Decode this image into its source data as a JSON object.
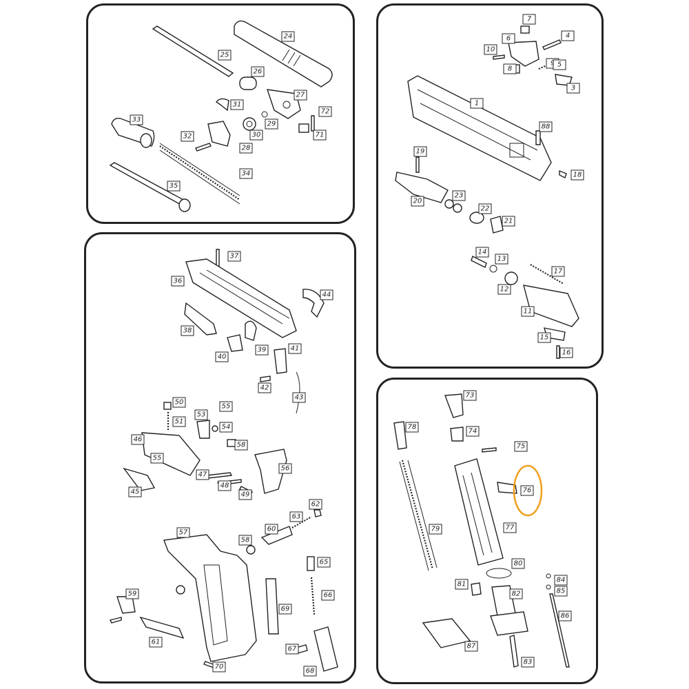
{
  "highlight_color": "#f0a020",
  "highlighted_part": "76",
  "panels": {
    "barrel": {
      "labels": [
        "24",
        "25",
        "26",
        "27",
        "31",
        "72",
        "30",
        "29",
        "71",
        "33",
        "32",
        "28",
        "34",
        "35"
      ]
    },
    "frame": {
      "labels": [
        "37",
        "36",
        "44",
        "38",
        "39",
        "41",
        "40",
        "42",
        "43",
        "50",
        "51",
        "53",
        "55",
        "54",
        "58",
        "46",
        "56",
        "55",
        "47",
        "48",
        "49",
        "45",
        "62",
        "63",
        "60",
        "57",
        "58",
        "65",
        "66",
        "59",
        "69",
        "61",
        "67",
        "68",
        "70"
      ]
    },
    "slide": {
      "labels": [
        "7",
        "6",
        "4",
        "10",
        "9",
        "5",
        "8",
        "3",
        "1",
        "88",
        "18",
        "19",
        "20",
        "23",
        "22",
        "21",
        "14",
        "13",
        "17",
        "12",
        "11",
        "15",
        "16"
      ]
    },
    "magazine": {
      "labels": [
        "73",
        "78",
        "74",
        "75",
        "76",
        "79",
        "77",
        "80",
        "81",
        "84",
        "85",
        "82",
        "86",
        "87",
        "83"
      ]
    }
  }
}
